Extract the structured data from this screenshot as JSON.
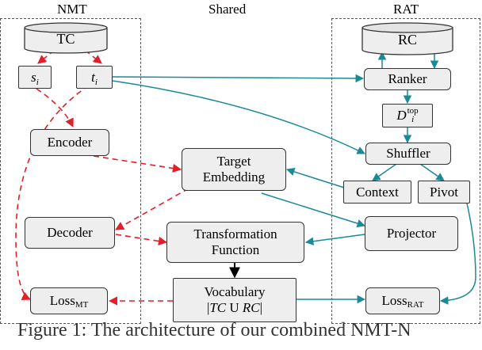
{
  "columns": {
    "nmt": "NMT",
    "shared": "Shared",
    "rat": "RAT"
  },
  "nodes": {
    "tc": "TC",
    "si_base": "s",
    "si_sub": "i",
    "ti_base": "t",
    "ti_sub": "i",
    "encoder": "Encoder",
    "decoder": "Decoder",
    "loss_mt_base": "Loss",
    "loss_mt_sub": "MT",
    "target_embedding_line1": "Target",
    "target_embedding_line2": "Embedding",
    "transformation_line1": "Transformation",
    "transformation_line2": "Function",
    "vocabulary_line1": "Vocabulary",
    "vocabulary_line2_a": "|",
    "vocabulary_line2_tc": "TC",
    "vocabulary_line2_u": " U ",
    "vocabulary_line2_rc": "RC",
    "vocabulary_line2_b": "|",
    "rc": "RC",
    "ranker": "Ranker",
    "d_base": "D",
    "d_sub": "i",
    "d_sup": "top",
    "shuffler": "Shuffler",
    "context": "Context",
    "pivot": "Pivot",
    "projector": "Projector",
    "loss_rat_base": "Loss",
    "loss_rat_sub": "RAT"
  },
  "caption": "Figure 1: The architecture of our combined NMT-N",
  "colors": {
    "red_dashed": "#e0202a",
    "teal": "#1a8a99",
    "black": "#000000",
    "box_fill": "#eeeeee"
  }
}
